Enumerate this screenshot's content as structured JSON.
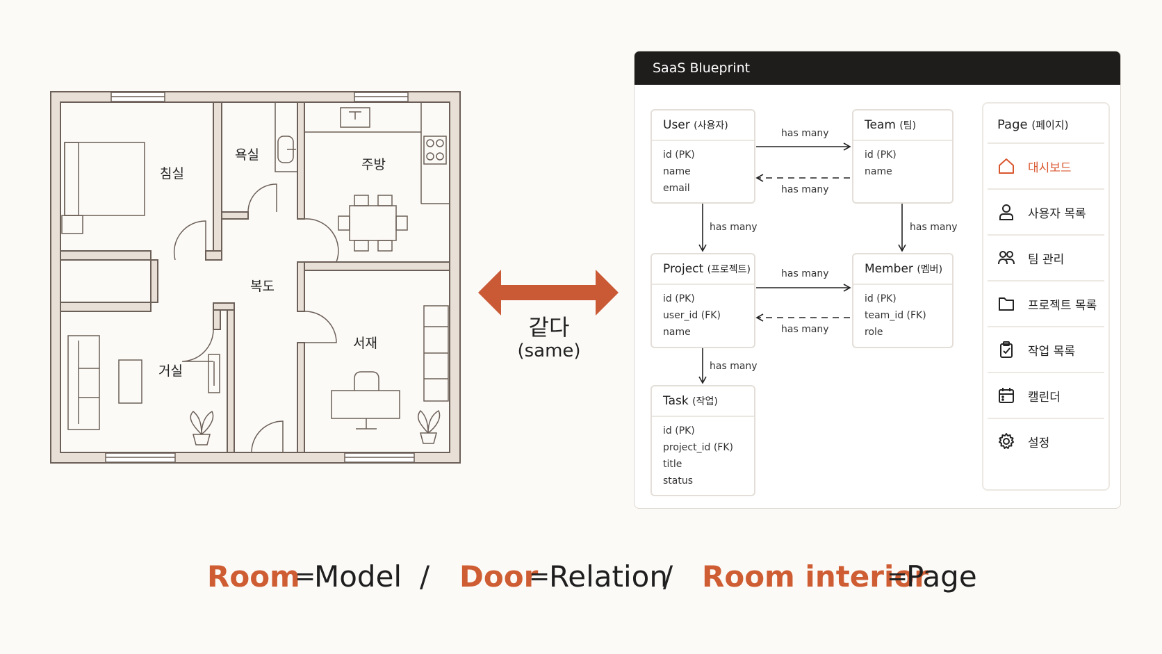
{
  "floorplan": {
    "rooms": {
      "bedroom": "침실",
      "bathroom": "욕실",
      "kitchen": "주방",
      "hallway": "복도",
      "living": "거실",
      "study": "서재"
    }
  },
  "middle": {
    "same_ko": "같다",
    "same_en": "(same)"
  },
  "blueprint": {
    "title": "SaaS Blueprint",
    "models": {
      "user": {
        "name": "User",
        "ko": "(사용자)",
        "fields": [
          "id (PK)",
          "name",
          "email"
        ]
      },
      "team": {
        "name": "Team",
        "ko": "(팀)",
        "fields": [
          "id (PK)",
          "name"
        ]
      },
      "project": {
        "name": "Project",
        "ko": "(프로젝트)",
        "fields": [
          "id (PK)",
          "user_id (FK)",
          "name"
        ]
      },
      "member": {
        "name": "Member",
        "ko": "(멤버)",
        "fields": [
          "id (PK)",
          "team_id (FK)",
          "role"
        ]
      },
      "task": {
        "name": "Task",
        "ko": "(작업)",
        "fields": [
          "id (PK)",
          "project_id (FK)",
          "title",
          "status"
        ]
      }
    },
    "relations": {
      "user_team": "has many",
      "team_user": "has many",
      "user_project": "has many",
      "team_member": "has many",
      "project_member": "has many",
      "member_project": "has many",
      "project_task": "has many"
    },
    "pages": {
      "title": "Page",
      "title_ko": "(페이지)",
      "items": [
        {
          "label": "대시보드",
          "icon": "home-icon",
          "active": true
        },
        {
          "label": "사용자 목록",
          "icon": "user-icon",
          "active": false
        },
        {
          "label": "팀 관리",
          "icon": "users-icon",
          "active": false
        },
        {
          "label": "프로젝트 목록",
          "icon": "folder-icon",
          "active": false
        },
        {
          "label": "작업 목록",
          "icon": "clipboard-check-icon",
          "active": false
        },
        {
          "label": "캘린더",
          "icon": "calendar-icon",
          "active": false
        },
        {
          "label": "설정",
          "icon": "gear-icon",
          "active": false
        }
      ],
      "active_color": "#d9572e"
    }
  },
  "caption": {
    "room": "Room",
    "model": "Model",
    "door": "Door",
    "relation": "Relation",
    "room_interior": "Room interior",
    "page": "Page",
    "equals": "=",
    "separator": "/"
  },
  "colors": {
    "accent": "#cf5d33",
    "arrow": "#c95a35",
    "wall": "#e7dfd6",
    "titlebar": "#1f1d1c"
  }
}
